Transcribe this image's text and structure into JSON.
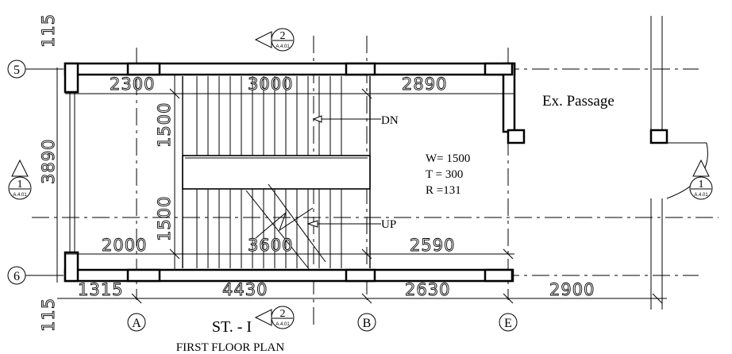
{
  "title": "ST. - I",
  "subtitle": "FIRST FLOOR PLAN",
  "labels": {
    "ex_passage": "Ex. Passage",
    "dn": "DN",
    "up": "UP",
    "w": "W= 1500",
    "t": "T = 300",
    "r": "R =131"
  },
  "dims": {
    "top_left": "2300",
    "top_mid": "3000",
    "top_right": "2890",
    "bottom_left": "2000",
    "bottom_mid": "3600",
    "bottom_right": "2590",
    "base_a": "1315",
    "base_b": "4430",
    "base_c": "2630",
    "base_d": "2900",
    "left_height": "3890",
    "top_115": "115",
    "bottom_115": "115",
    "flight_top": "1500",
    "flight_bottom": "1500"
  },
  "grid_markers": {
    "row5": "5",
    "row6": "6",
    "colA": "A",
    "colB": "B",
    "colE": "E"
  },
  "section_tags": {
    "top_num": "2",
    "top_ref": "A.4.01",
    "bottom_num": "2",
    "bottom_ref": "A.4.01",
    "left_num": "1",
    "left_ref": "A.4.01",
    "right_num": "1",
    "right_ref": "A.4.01"
  }
}
